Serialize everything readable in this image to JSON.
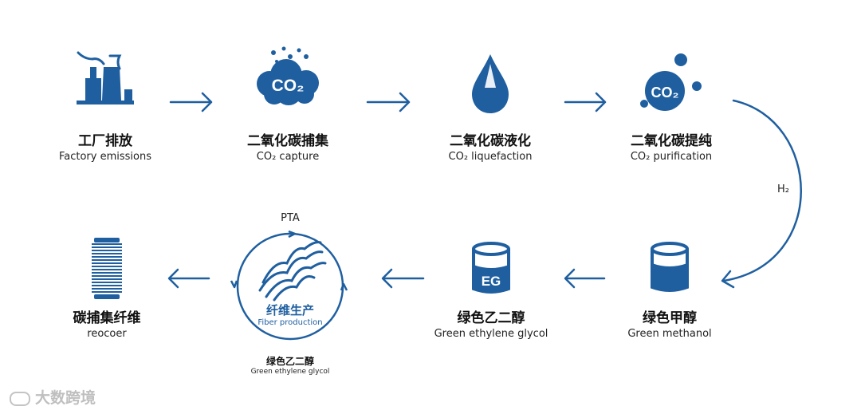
{
  "colors": {
    "primary": "#1f5fa0",
    "text": "#111111",
    "watermark": "#c4c4c4"
  },
  "nodes": {
    "factory": {
      "title": "工厂排放",
      "sub": "Factory emissions",
      "icon": "factory-icon"
    },
    "capture": {
      "title": "二氧化碳捕集",
      "sub": "CO₂ capture",
      "icon": "co2-cloud-icon",
      "icon_text": "CO₂"
    },
    "liquefaction": {
      "title": "二氧化碳液化",
      "sub": "CO₂ liquefaction",
      "icon": "droplet-icon"
    },
    "purification": {
      "title": "二氧化碳提纯",
      "sub": "CO₂ purification",
      "icon": "co2-bubble-icon",
      "icon_text": "CO₂"
    },
    "methanol": {
      "title": "绿色甲醇",
      "sub": "Green methanol",
      "icon": "beaker-icon"
    },
    "eg": {
      "title": "绿色乙二醇",
      "sub": "Green ethylene glycol",
      "icon": "eg-beaker-icon",
      "icon_text": "EG"
    },
    "fiber_production": {
      "title": "纤维生产",
      "sub": "Fiber production",
      "top_label": "PTA",
      "bottom_title": "绿色乙二醇",
      "bottom_sub": "Green ethylene glycol",
      "icon": "fiber-cycle-icon"
    },
    "fiber": {
      "title": "碳捕集纤维",
      "sub": "reocoer",
      "icon": "yarn-spool-icon"
    }
  },
  "h2_label": "H₂",
  "watermark": "大数跨境"
}
